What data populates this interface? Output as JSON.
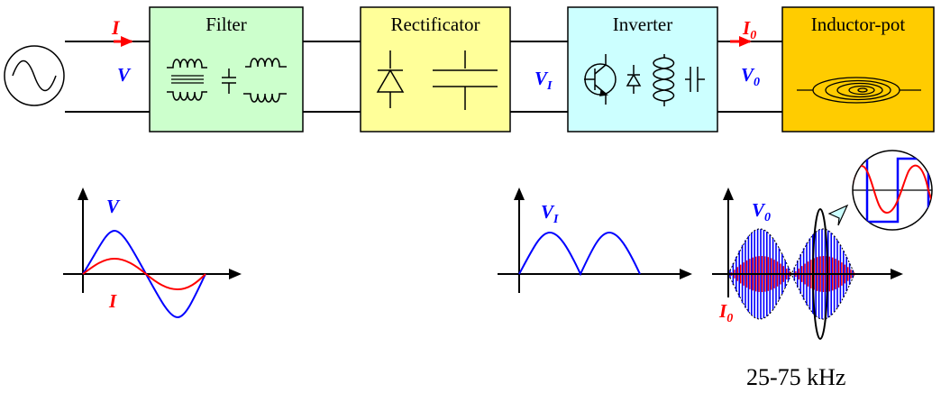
{
  "blocks": {
    "filter": "Filter",
    "rectificator": "Rectificator",
    "inverter": "Inverter",
    "inductor_pot": "Inductor-pot"
  },
  "signals": {
    "input_current": "I",
    "input_voltage": "V",
    "dc_voltage": "V",
    "dc_voltage_sub": "I",
    "output_current": "I",
    "output_current_sub": "0",
    "output_voltage": "V",
    "output_voltage_sub": "0"
  },
  "graphs": {
    "input_v": "V",
    "input_i": "I",
    "rectified_v": "V",
    "rectified_v_sub": "I",
    "output_v": "V",
    "output_v_sub": "0",
    "output_i": "I",
    "output_i_sub": "0"
  },
  "frequency_label": "25-75 kHz",
  "colors": {
    "filter_fill": "#ccffcc",
    "rectificator_fill": "#ffff99",
    "inverter_fill": "#ccffff",
    "inductor_fill": "#ffcc00",
    "voltage_blue": "#0000ff",
    "current_red": "#ff0000",
    "magnifier_fill": "#ccffff"
  }
}
